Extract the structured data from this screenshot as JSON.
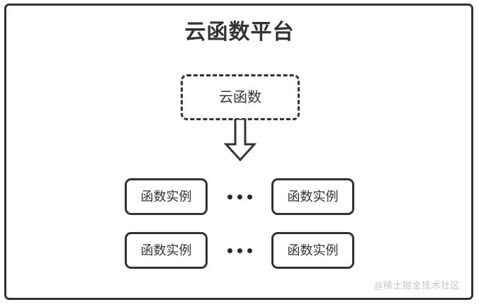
{
  "diagram": {
    "title": "云函数平台",
    "watermark": "@稀土掘金技术社区",
    "colors": {
      "stroke": "#333333",
      "background": "#ffffff",
      "watermark_text": "#c4c4c4",
      "dot": "#2b2b2b"
    },
    "cloud_function": {
      "label": "云函数",
      "border_style": "dashed"
    },
    "arrow": {
      "direction": "down",
      "style": "hollow-block-arrow"
    },
    "instance_rows": [
      {
        "row_name": "instance-row-1",
        "left_label": "函数实例",
        "ellipsis": "•••",
        "right_label": "函数实例"
      },
      {
        "row_name": "instance-row-2",
        "left_label": "函数实例",
        "ellipsis": "•••",
        "right_label": "函数实例"
      }
    ]
  }
}
